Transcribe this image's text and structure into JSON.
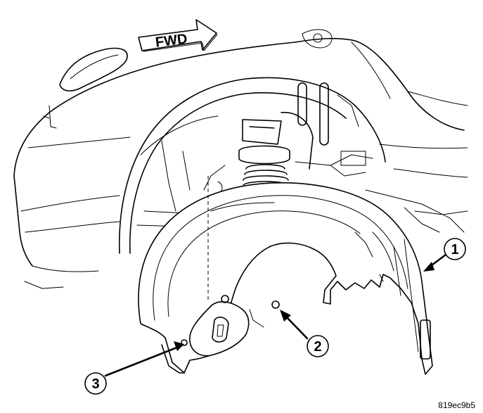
{
  "direction_label": "FWD",
  "callouts": [
    {
      "number": "1"
    },
    {
      "number": "2"
    },
    {
      "number": "3"
    }
  ],
  "figure_code": "819ec9b5"
}
